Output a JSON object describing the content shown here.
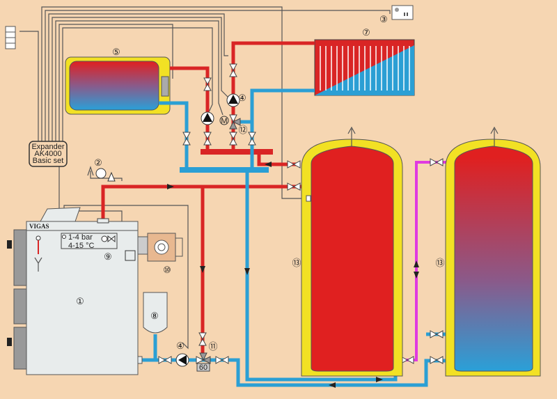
{
  "colors": {
    "background": "#f6d6b2",
    "supply": "#d92525",
    "return": "#2b9fd4",
    "insulation": "#f2e124",
    "loading": "#e03ae0"
  },
  "boiler": {
    "brand": "VIGAS",
    "pressure": "1-4 bar",
    "temperature": "4-15 °C"
  },
  "expander": {
    "line1": "Expander",
    "line2": "AK4000",
    "line3": "Basic set"
  },
  "mixing_valve_setting": "60",
  "actuator_label": "M",
  "component_numbers": {
    "boiler": "①",
    "safety_group": "②",
    "room_unit": "③",
    "pump_heating": "④",
    "pump_boiler": "④",
    "dhw_tank": "⑤",
    "radiator": "⑦",
    "expansion_vessel": "⑧",
    "thermostatic_valve": "⑨",
    "burner": "⑩",
    "mixing_valve_boiler": "⑪",
    "mixing_valve_heating": "⑫",
    "accumulation_tank_1": "⑬",
    "accumulation_tank_2": "⑬"
  }
}
